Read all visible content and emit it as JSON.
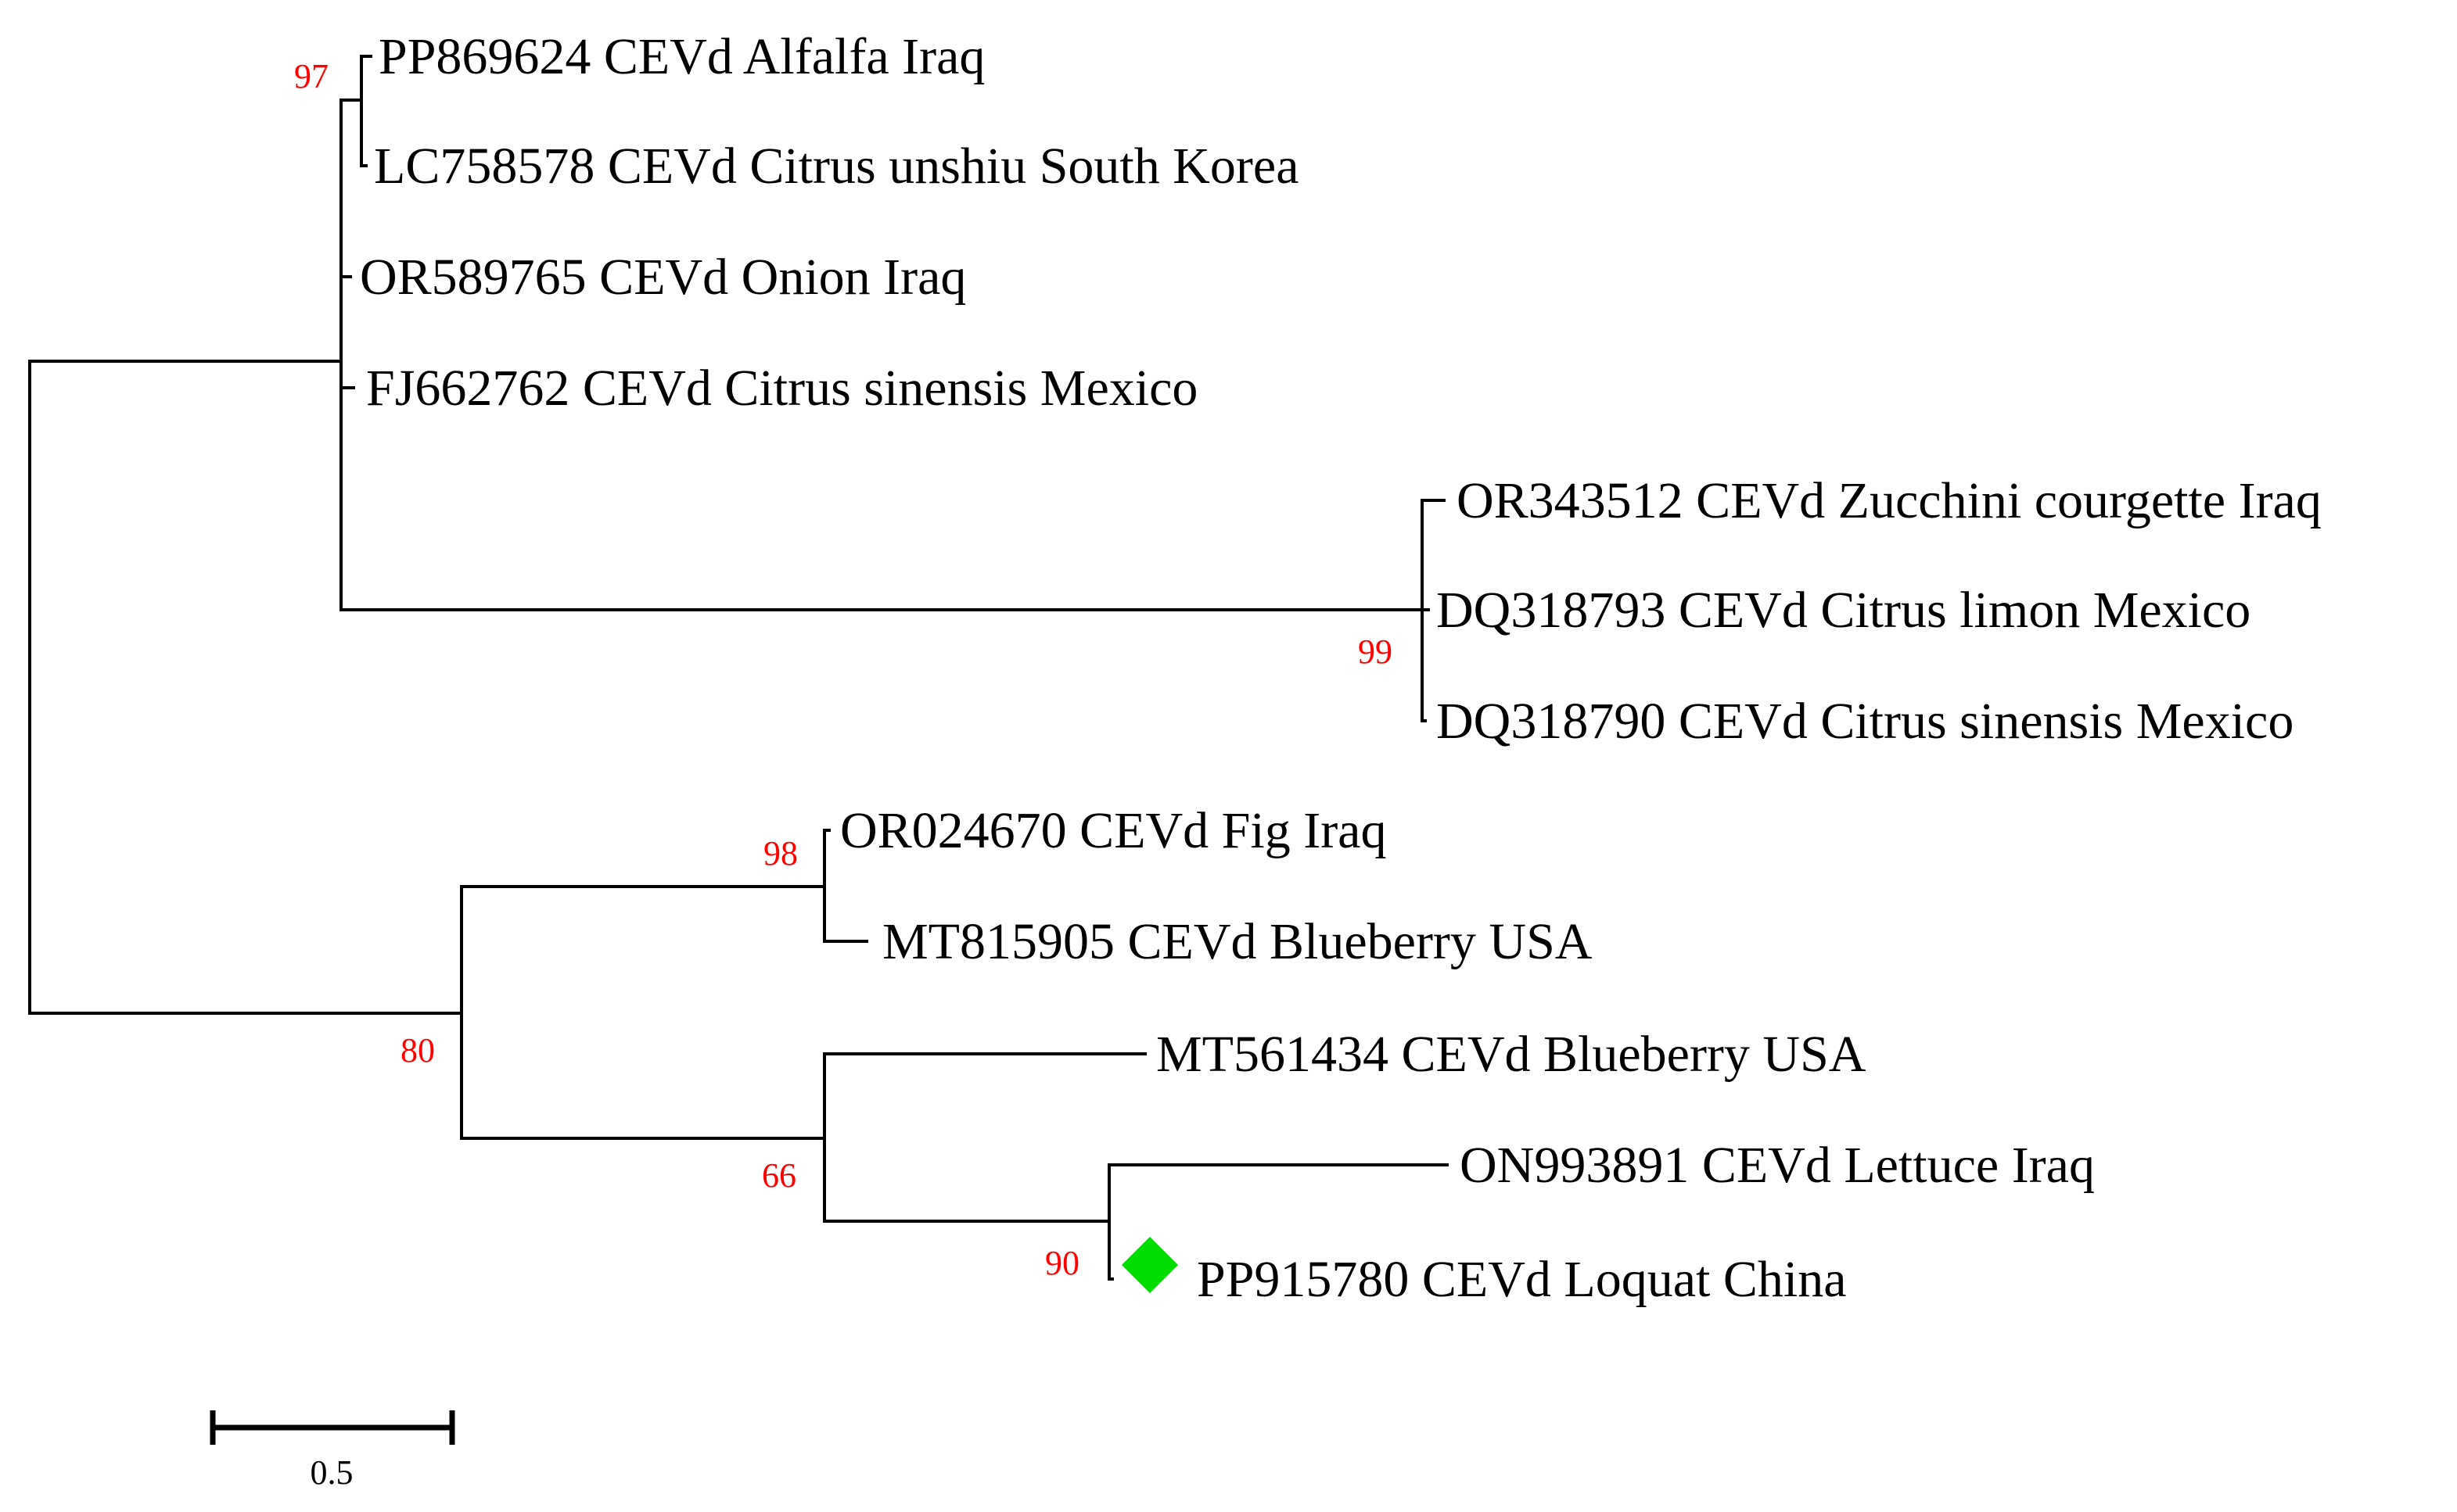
{
  "tree": {
    "leaves": [
      {
        "label": "PP869624 CEVd Alfalfa Iraq"
      },
      {
        "label": "LC758578 CEVd Citrus unshiu South Korea"
      },
      {
        "label": "OR589765 CEVd Onion Iraq"
      },
      {
        "label": "FJ662762 CEVd Citrus sinensis Mexico"
      },
      {
        "label": "OR343512 CEVd Zucchini courgette Iraq"
      },
      {
        "label": "DQ318793 CEVd Citrus limon Mexico"
      },
      {
        "label": "DQ318790 CEVd Citrus sinensis Mexico"
      },
      {
        "label": "OR024670 CEVd Fig Iraq"
      },
      {
        "label": "MT815905 CEVd Blueberry USA"
      },
      {
        "label": "MT561434 CEVd Blueberry USA"
      },
      {
        "label": "ON993891 CEVd Lettuce Iraq"
      },
      {
        "label": "PP915780 CEVd Loquat China",
        "highlight": "green-diamond-marker"
      }
    ],
    "bootstrap_values": [
      "97",
      "99",
      "98",
      "80",
      "66",
      "90"
    ],
    "scale_bar": {
      "value": 0.5,
      "label": "0.5"
    },
    "colors": {
      "branch": "#000000",
      "bootstrap": "#ff0000",
      "highlight_marker": "#00dd00"
    }
  }
}
